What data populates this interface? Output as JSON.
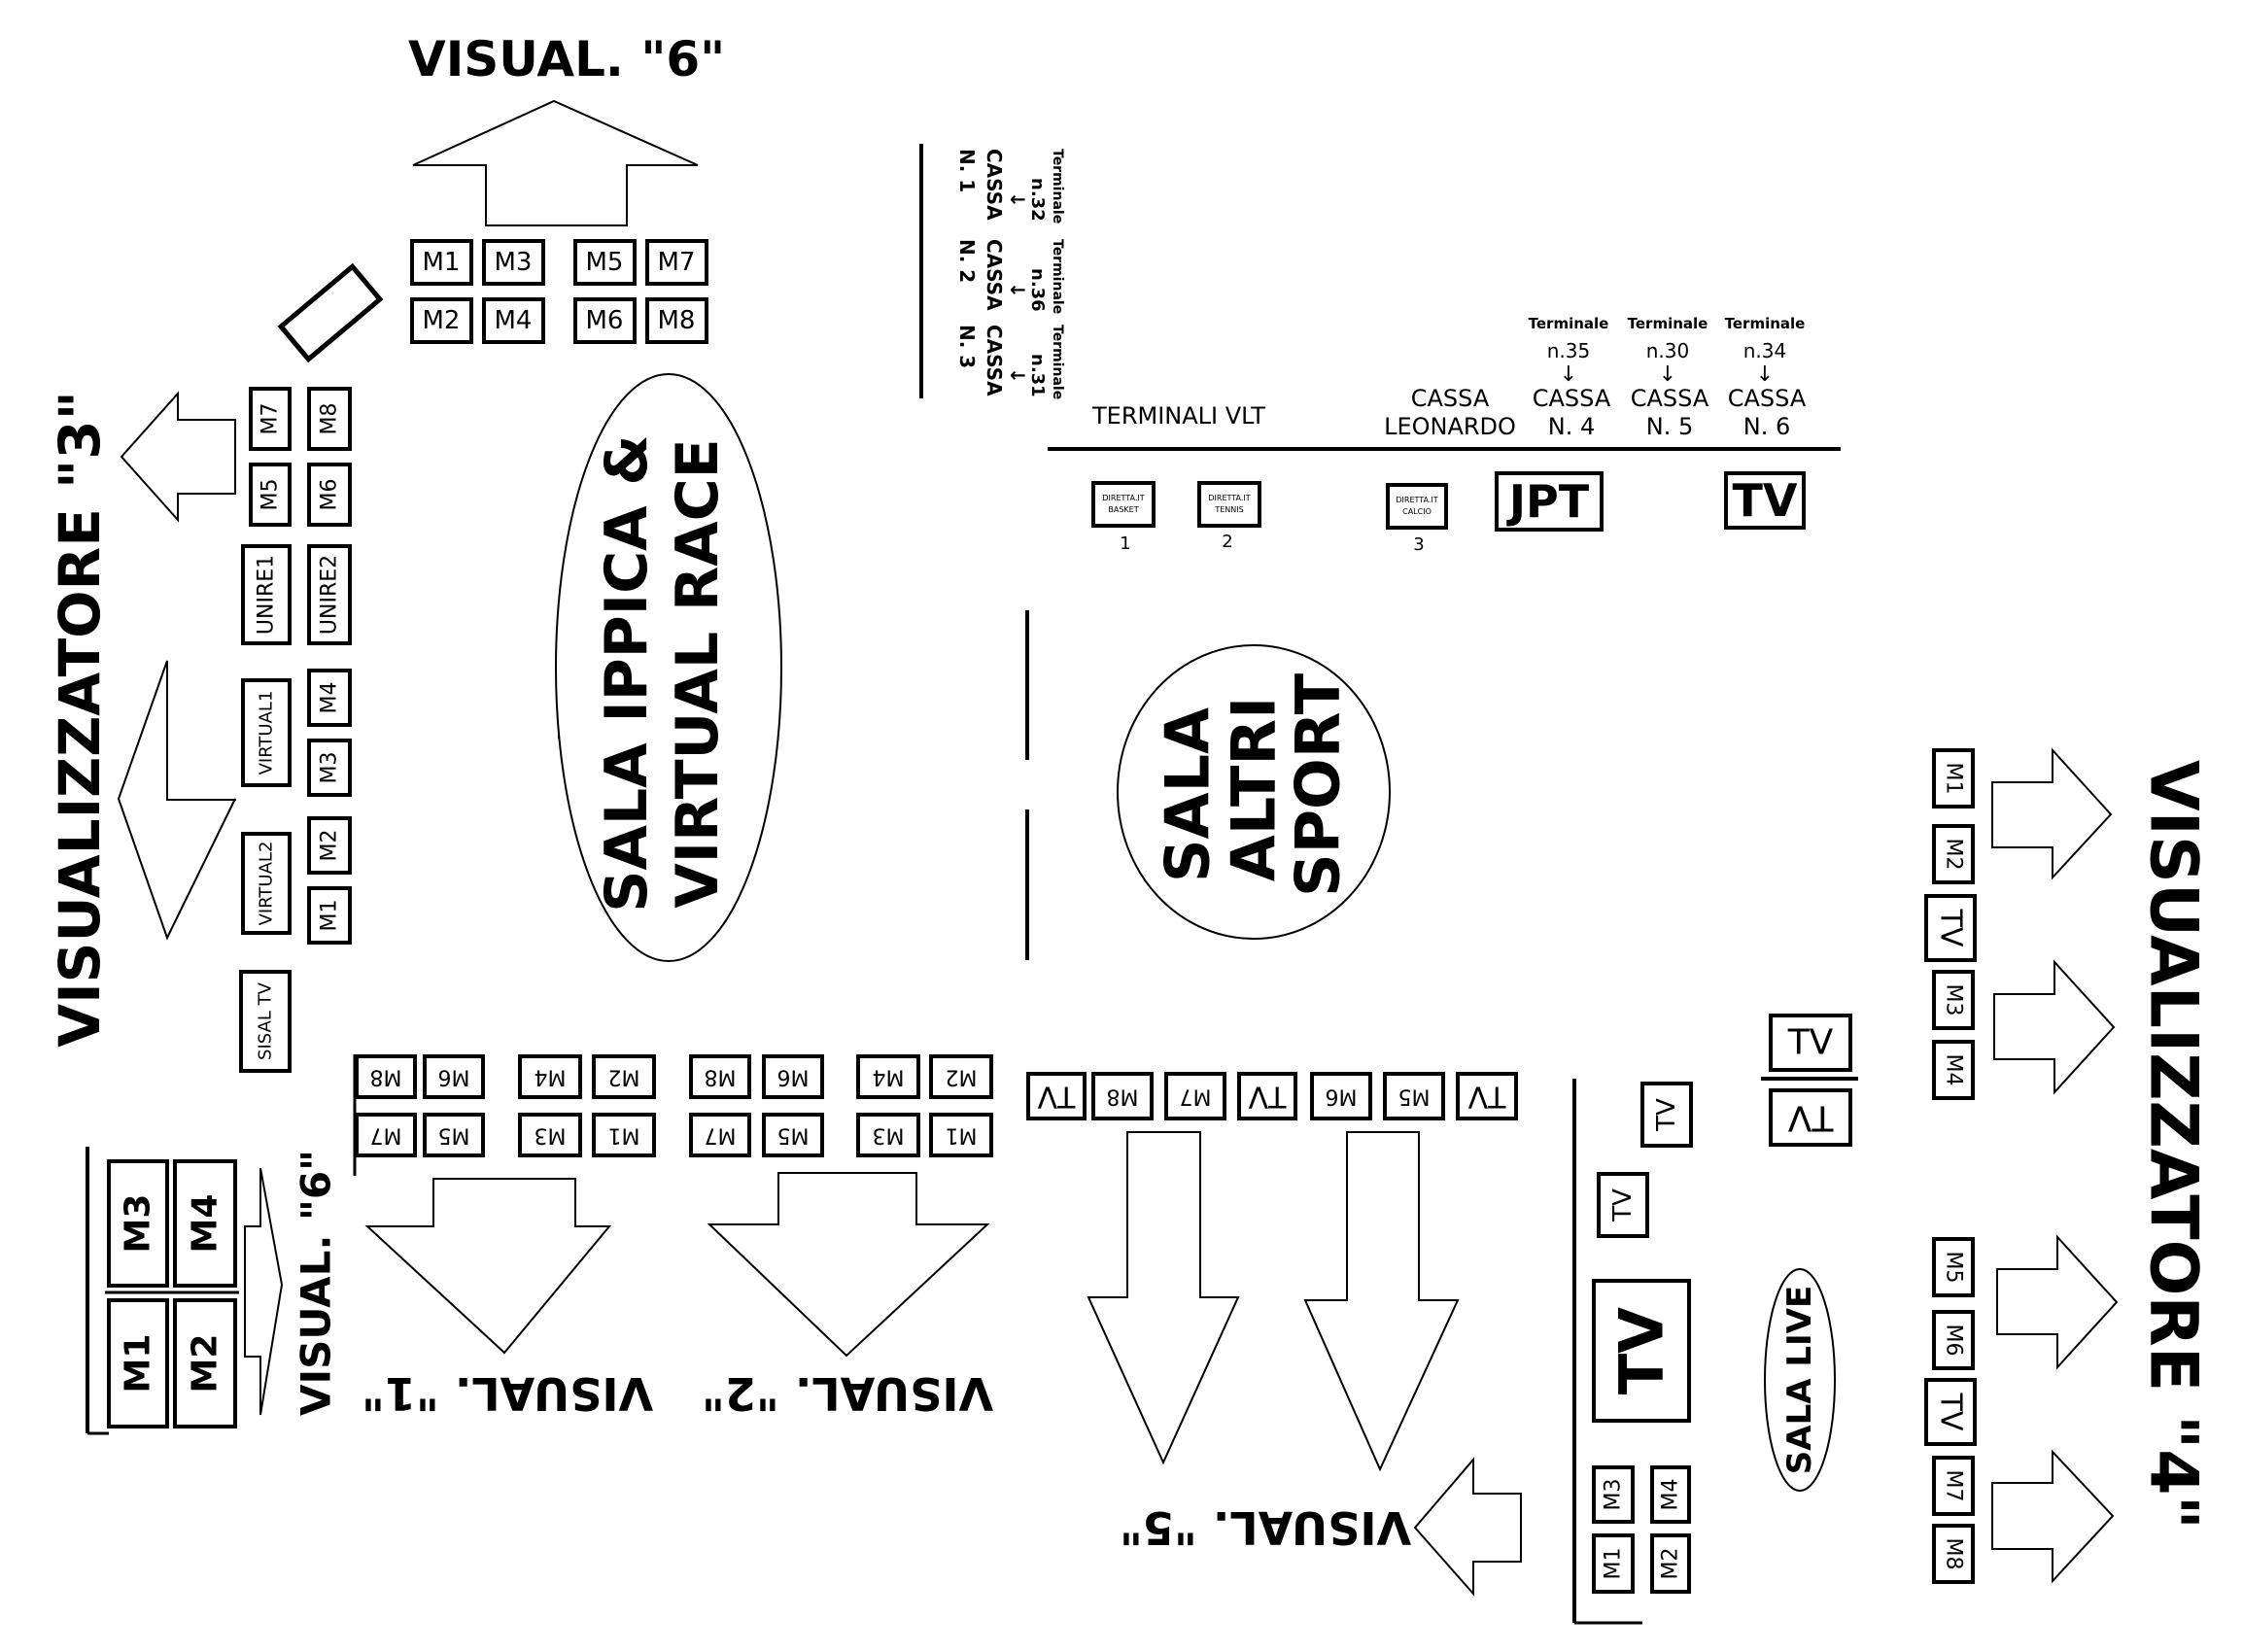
{
  "titles": {
    "visual6_top": "VISUAL. \"6\"",
    "visualizzatore3": "VISUALIZZATORE \"3\"",
    "visualizzatore4": "VISUALIZZATORE \"4\"",
    "visual6_left": "VISUAL. \"6\"",
    "visual1": "VISUAL. \"1\"",
    "visual2": "VISUAL. \"2\"",
    "visual5": "VISUAL. \"5\""
  },
  "rooms": {
    "ippica_line1": "SALA IPPICA &",
    "ippica_line2": "VIRTUAL RACE",
    "altri_line1": "SALA",
    "altri_line2": "ALTRI",
    "altri_line3": "SPORT",
    "live": "SALA LIVE"
  },
  "top_cluster": [
    "M1",
    "M3",
    "M5",
    "M7",
    "M2",
    "M4",
    "M6",
    "M8"
  ],
  "left_column_a": [
    "M7",
    "M5",
    "UNIRE1",
    "VIRTUAL1",
    "VIRTUAL2",
    "SISAL TV"
  ],
  "left_column_b": [
    "M8",
    "M6",
    "UNIRE2",
    "M4",
    "M3",
    "M2",
    "M1"
  ],
  "bottom_left_block": [
    "M3",
    "M4",
    "M1",
    "M2"
  ],
  "visual1_row_top": [
    "M8",
    "M6",
    "M4",
    "M2"
  ],
  "visual1_row_bottom": [
    "M7",
    "M5",
    "M3",
    "M1"
  ],
  "visual2_row_top": [
    "M8",
    "M6",
    "M4",
    "M2"
  ],
  "visual2_row_bottom": [
    "M7",
    "M5",
    "M3",
    "M1"
  ],
  "visual5_row": [
    "TV",
    "M8",
    "M7",
    "TV",
    "M6",
    "M5",
    "TV"
  ],
  "right_column_top": [
    "M1",
    "M2",
    "TV",
    "M3",
    "M4"
  ],
  "right_column_bottom": [
    "M5",
    "M6",
    "TV",
    "M7",
    "M8"
  ],
  "live_block": [
    "M3",
    "M4",
    "M1",
    "M2"
  ],
  "tv": {
    "small1": "TV",
    "small2": "TV",
    "big": "TV",
    "pair_top": "TV",
    "pair_bottom": "TV",
    "jpt": "JPT",
    "main": "TV"
  },
  "vertical_terminals": [
    {
      "terminale": "Terminale",
      "numero": "n.32",
      "arrow": "↓",
      "cassa": "CASSA",
      "n": "N. 1"
    },
    {
      "terminale": "Terminale",
      "numero": "n.36",
      "arrow": "↓",
      "cassa": "CASSA",
      "n": "N. 2"
    },
    {
      "terminale": "Terminale",
      "numero": "n.31",
      "arrow": "↓",
      "cassa": "CASSA",
      "n": "N. 3"
    }
  ],
  "counter": {
    "vlt_label": "TERMINALI VLT",
    "cassa_leonardo_1": "CASSA",
    "cassa_leonardo_2": "LEONARDO",
    "terminals": [
      {
        "terminale": "Terminale",
        "numero": "n.35",
        "arrow": "↓",
        "cassa": "CASSA",
        "n": "N. 4"
      },
      {
        "terminale": "Terminale",
        "numero": "n.30",
        "arrow": "↓",
        "cassa": "CASSA",
        "n": "N. 5"
      },
      {
        "terminale": "Terminale",
        "numero": "n.34",
        "arrow": "↓",
        "cassa": "CASSA",
        "n": "N. 6"
      }
    ],
    "diretta": [
      {
        "line1": "DIRETTA.IT",
        "line2": "BASKET",
        "num": "1"
      },
      {
        "line1": "DIRETTA.IT",
        "line2": "TENNIS",
        "num": "2"
      },
      {
        "line1": "DIRETTA.IT",
        "line2": "CALCIO",
        "num": "3"
      }
    ]
  }
}
